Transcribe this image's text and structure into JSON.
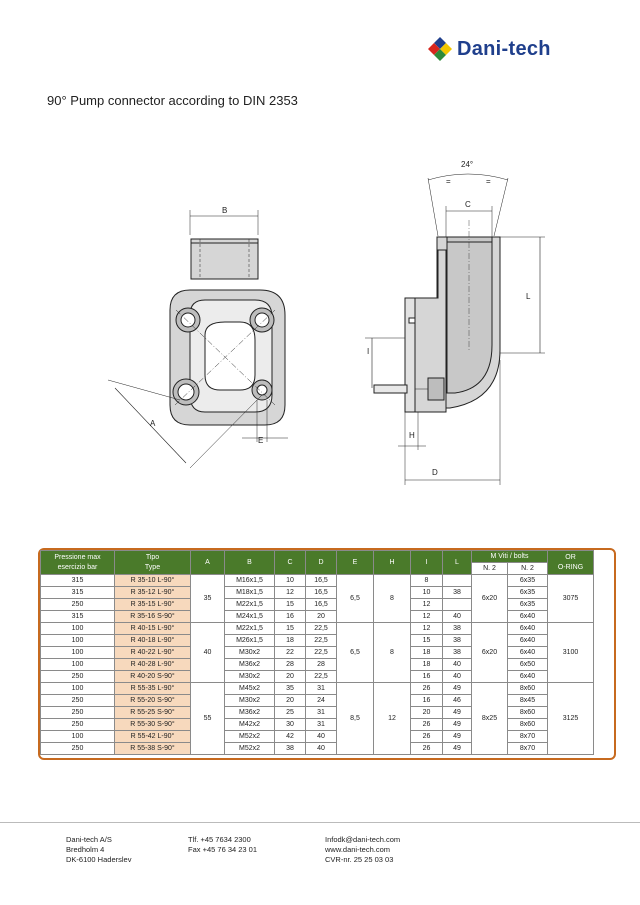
{
  "brand": {
    "name": "Dani-tech",
    "colors": {
      "blue": "#1f3f8c",
      "red": "#d7261e",
      "yellow": "#f2c600",
      "green": "#2d8a3a"
    }
  },
  "title": "90° Pump connector according to DIN 2353",
  "drawing": {
    "labels": {
      "B": "B",
      "A": "A",
      "E": "E",
      "angle": "24°",
      "eq1": "=",
      "eq2": "=",
      "C": "C",
      "L": "L",
      "I": "I",
      "H": "H",
      "D": "D"
    }
  },
  "table": {
    "headers": {
      "pressure": [
        "Pressione max",
        "esercizio bar"
      ],
      "tipo": [
        "Tipo",
        "Type"
      ],
      "A": "A",
      "B": "B",
      "C": "C",
      "D": "D",
      "E": "E",
      "H": "H",
      "I": "I",
      "L": "L",
      "viti": "M Viti / bolts",
      "n2a": "N. 2",
      "n2b": "N. 2",
      "or": [
        "OR",
        "O-RING"
      ]
    },
    "groups": [
      {
        "A": "35",
        "E": "6,5",
        "H": "8",
        "viti": "6x20",
        "or": "3075",
        "rows": [
          {
            "p": "315",
            "tipo": "R 35-10 L-90°",
            "B": "M16x1,5",
            "C": "10",
            "D": "16,5",
            "I": "8",
            "L": "",
            "n2": "6x35"
          },
          {
            "p": "315",
            "tipo": "R 35-12 L-90°",
            "B": "M18x1,5",
            "C": "12",
            "D": "16,5",
            "I": "10",
            "L": "38",
            "n2": "6x35"
          },
          {
            "p": "250",
            "tipo": "R 35-15 L-90°",
            "B": "M22x1,5",
            "C": "15",
            "D": "16,5",
            "I": "12",
            "L": "",
            "n2": "6x35"
          },
          {
            "p": "315",
            "tipo": "R 35-16 S-90°",
            "B": "M24x1,5",
            "C": "16",
            "D": "20",
            "I": "12",
            "L": "40",
            "n2": "6x40"
          }
        ]
      },
      {
        "A": "40",
        "E": "6,5",
        "H": "8",
        "viti": "6x20",
        "or": "3100",
        "rows": [
          {
            "p": "100",
            "tipo": "R 40-15 L-90°",
            "B": "M22x1,5",
            "C": "15",
            "D": "22,5",
            "I": "12",
            "L": "38",
            "n2": "6x40"
          },
          {
            "p": "100",
            "tipo": "R 40-18 L-90°",
            "B": "M26x1,5",
            "C": "18",
            "D": "22,5",
            "I": "15",
            "L": "38",
            "n2": "6x40"
          },
          {
            "p": "100",
            "tipo": "R 40-22 L-90°",
            "B": "M30x2",
            "C": "22",
            "D": "22,5",
            "I": "18",
            "L": "38",
            "n2": "6x40"
          },
          {
            "p": "100",
            "tipo": "R 40-28 L-90°",
            "B": "M36x2",
            "C": "28",
            "D": "28",
            "I": "18",
            "L": "40",
            "n2": "6x50"
          },
          {
            "p": "250",
            "tipo": "R 40-20 S-90°",
            "B": "M30x2",
            "C": "20",
            "D": "22,5",
            "I": "16",
            "L": "40",
            "n2": "6x40"
          }
        ]
      },
      {
        "A": "55",
        "E": "8,5",
        "H": "12",
        "viti": "8x25",
        "or": "3125",
        "rows": [
          {
            "p": "100",
            "tipo": "R 55-35 L-90°",
            "B": "M45x2",
            "C": "35",
            "D": "31",
            "I": "26",
            "L": "49",
            "n2": "8x60"
          },
          {
            "p": "250",
            "tipo": "R 55-20 S-90°",
            "B": "M30x2",
            "C": "20",
            "D": "24",
            "I": "16",
            "L": "46",
            "n2": "8x45"
          },
          {
            "p": "250",
            "tipo": "R 55-25 S-90°",
            "B": "M36x2",
            "C": "25",
            "D": "31",
            "I": "20",
            "L": "49",
            "n2": "8x60"
          },
          {
            "p": "250",
            "tipo": "R 55-30 S-90°",
            "B": "M42x2",
            "C": "30",
            "D": "31",
            "I": "26",
            "L": "49",
            "n2": "8x60"
          },
          {
            "p": "100",
            "tipo": "R 55-42 L-90°",
            "B": "M52x2",
            "C": "42",
            "D": "40",
            "I": "26",
            "L": "49",
            "n2": "8x70"
          },
          {
            "p": "250",
            "tipo": "R 55-38 S-90°",
            "B": "M52x2",
            "C": "38",
            "D": "40",
            "I": "26",
            "L": "49",
            "n2": "8x70"
          }
        ]
      }
    ]
  },
  "footer": {
    "col1": [
      "Dani-tech A/S",
      "Bredholm 4",
      "DK-6100 Haderslev"
    ],
    "col2": [
      "Tlf. +45 7634 2300",
      "Fax +45 76 34 23 01"
    ],
    "col3": [
      "Infodk@dani-tech.com",
      "www.dani-tech.com",
      "CVR-nr. 25 25 03 03"
    ]
  }
}
